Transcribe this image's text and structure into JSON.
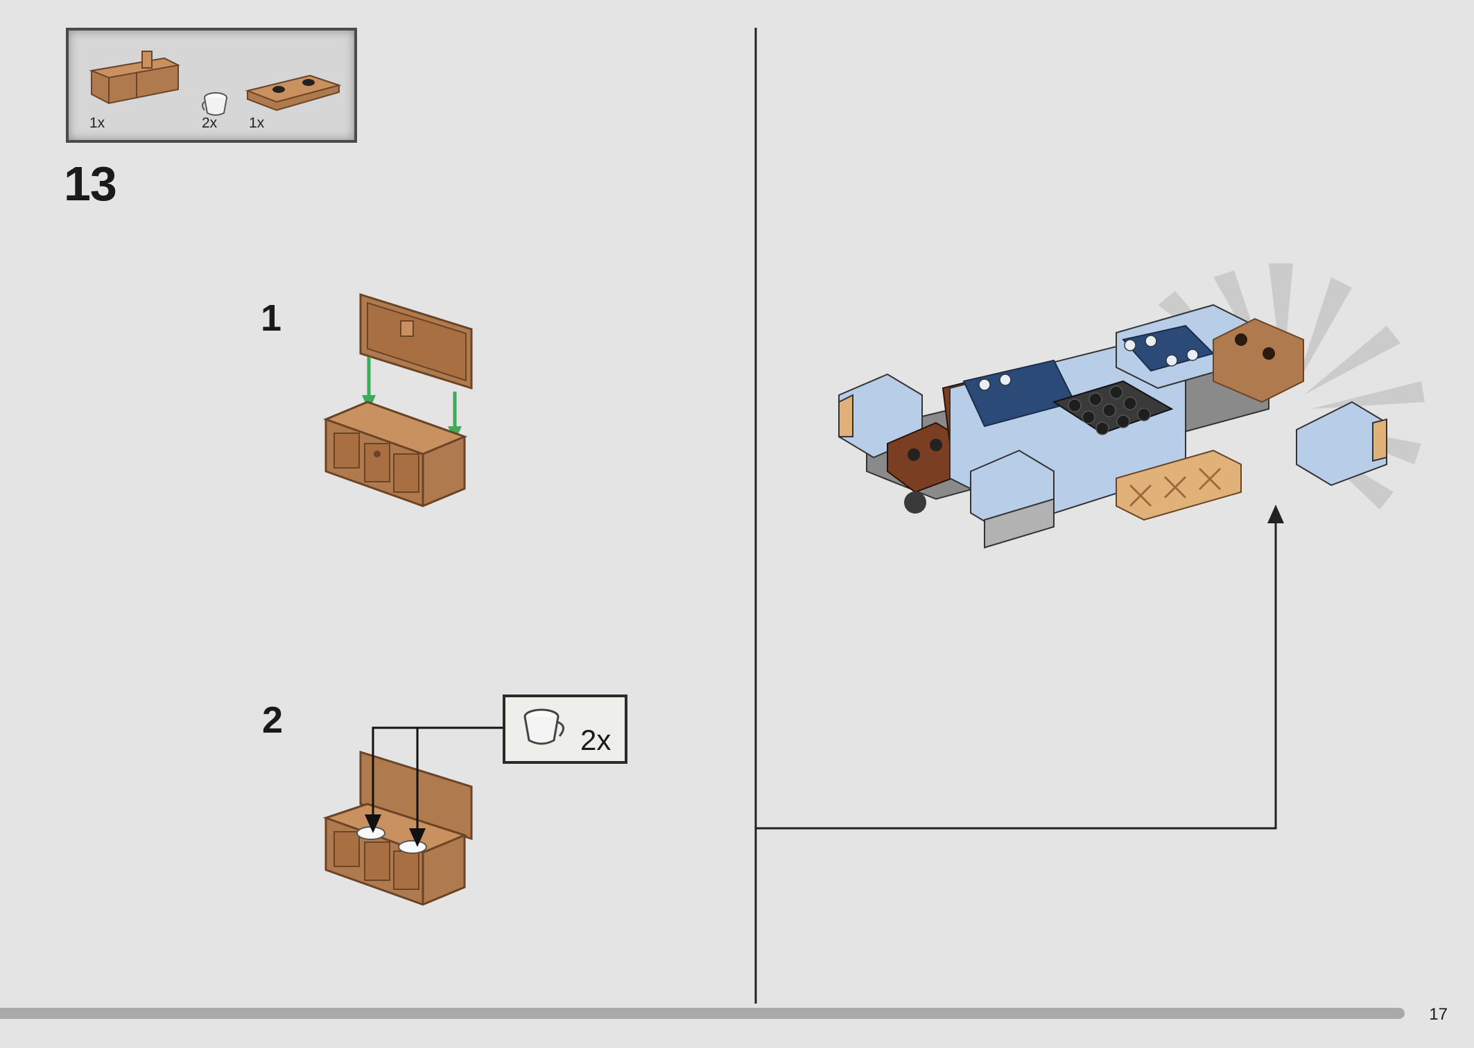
{
  "parts_list": {
    "items": [
      {
        "part": "treasure-chest-base",
        "quantity": "1x"
      },
      {
        "part": "white-cup",
        "quantity": "2x"
      },
      {
        "part": "brown-plate-with-studs",
        "quantity": "1x"
      }
    ]
  },
  "step": {
    "number": "13"
  },
  "substeps": [
    {
      "number": "1"
    },
    {
      "number": "2",
      "callout": {
        "quantity": "2x"
      }
    }
  ],
  "page": {
    "number": "17"
  },
  "colors": {
    "background": "#e4e4e4",
    "chest_brown": "#b07a4f",
    "arrow_green": "#3daa5c",
    "light_blue": "#b8cde8",
    "dark_blue": "#2c4a78",
    "dark_gray": "#3a3a3a",
    "tan": "#e0b27a"
  },
  "icons": [
    "chest-icon",
    "cup-icon",
    "plate-icon",
    "green-arrow-icon",
    "assembly-arrow-icon",
    "burst-icon"
  ]
}
